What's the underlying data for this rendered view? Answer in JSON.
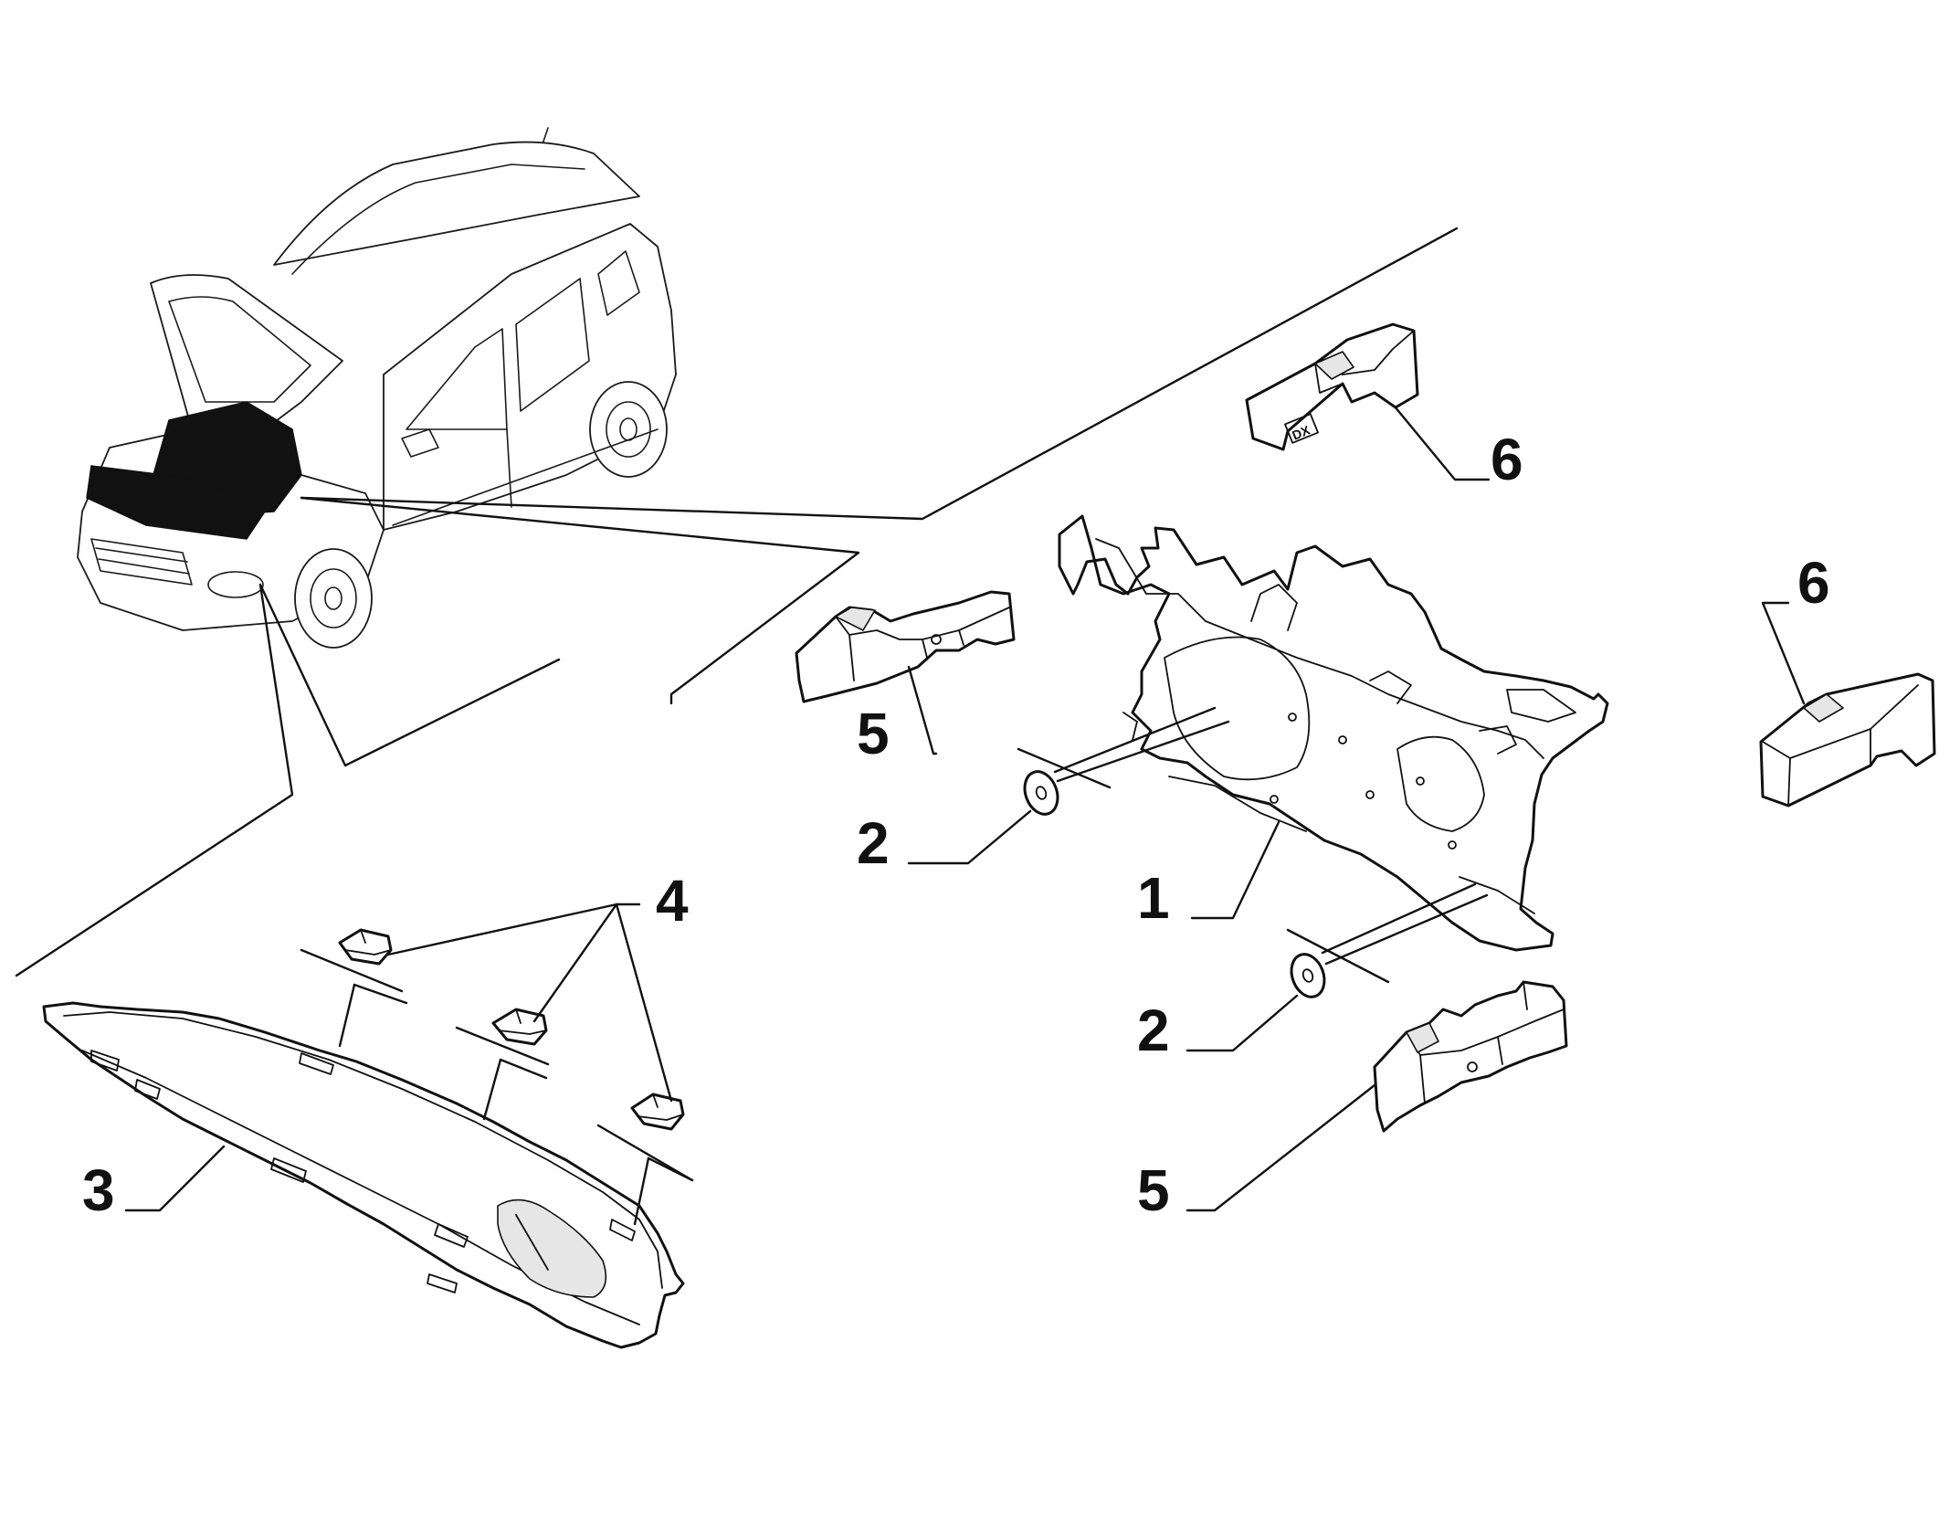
{
  "callouts": [
    {
      "id": "part-1",
      "label": "1"
    },
    {
      "id": "part-2a",
      "label": "2"
    },
    {
      "id": "part-2b",
      "label": "2"
    },
    {
      "id": "part-3",
      "label": "3"
    },
    {
      "id": "part-4",
      "label": "4"
    },
    {
      "id": "part-5a",
      "label": "5"
    },
    {
      "id": "part-5b",
      "label": "5"
    },
    {
      "id": "part-6a",
      "label": "6"
    },
    {
      "id": "part-6b",
      "label": "6"
    }
  ],
  "part_marking": "DX",
  "colors": {
    "line": "#111111",
    "background": "#ffffff",
    "shade": "#e6e6e6"
  }
}
